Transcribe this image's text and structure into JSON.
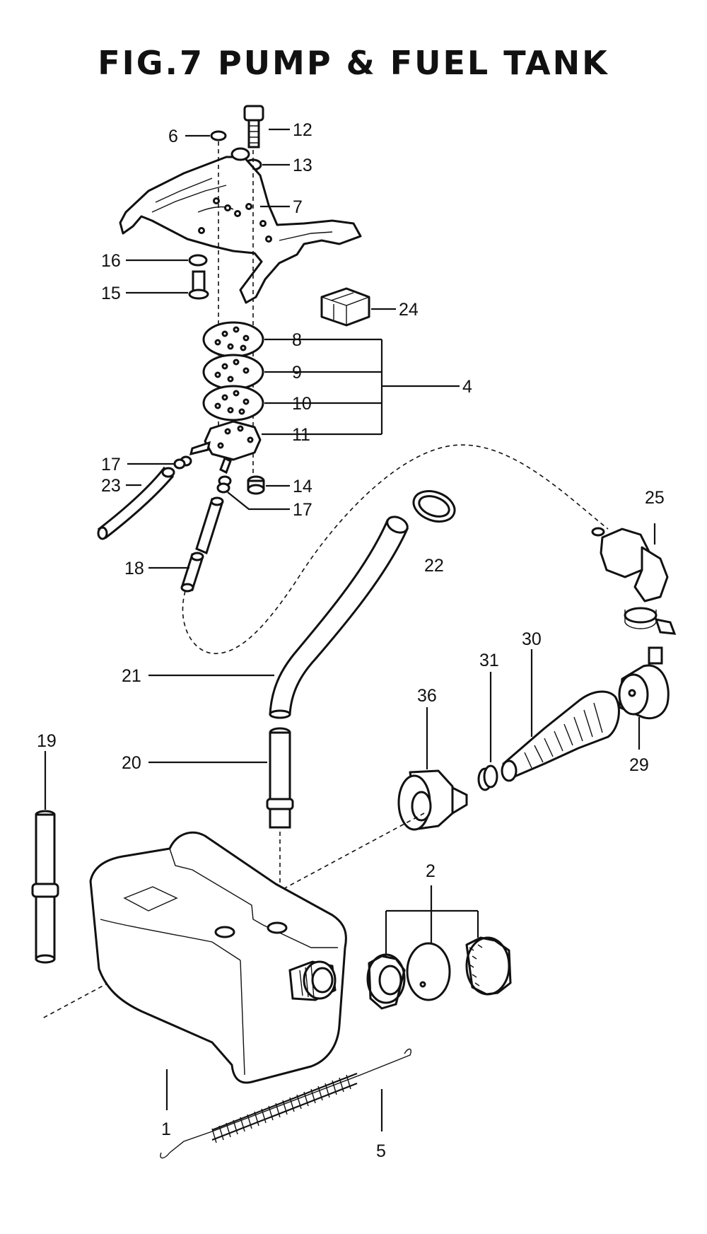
{
  "title": "FIG.7   PUMP & FUEL TANK",
  "callouts": {
    "c1": "1",
    "c2": "2",
    "c4": "4",
    "c5": "5",
    "c6": "6",
    "c7": "7",
    "c8": "8",
    "c9": "9",
    "c10": "10",
    "c11": "11",
    "c12": "12",
    "c13": "13",
    "c14": "14",
    "c15": "15",
    "c16": "16",
    "c17a": "17",
    "c17b": "17",
    "c18": "18",
    "c19": "19",
    "c20": "20",
    "c21": "21",
    "c22": "22",
    "c23": "23",
    "c24": "24",
    "c25": "25",
    "c29": "29",
    "c30": "30",
    "c31": "31",
    "c36": "36"
  }
}
